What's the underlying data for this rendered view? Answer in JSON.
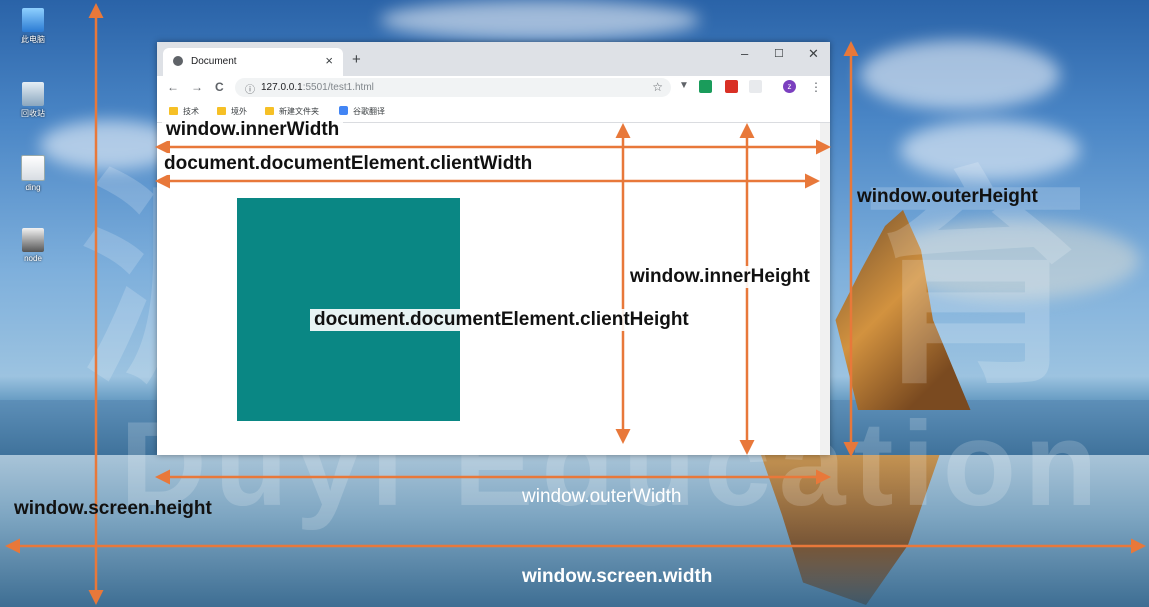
{
  "desktop": {
    "icons": [
      {
        "label": "此电脑",
        "icon": "computer-icon"
      },
      {
        "label": "回收站",
        "icon": "recycle-bin-icon"
      },
      {
        "label": "ding",
        "icon": "file-icon"
      },
      {
        "label": "node",
        "icon": "app-icon"
      }
    ],
    "watermark_cn": "渡一教育",
    "watermark_en": "Duyi Education"
  },
  "browser": {
    "tab_title": "Document",
    "tab_close": "×",
    "new_tab": "+",
    "window_controls": {
      "minimize": "–",
      "maximize": "☐",
      "close": "✕"
    },
    "nav": {
      "back": "←",
      "forward": "→",
      "reload": "C"
    },
    "url_host": "127.0.0.1",
    "url_rest": ":5501/test1.html",
    "bookmarks": [
      {
        "label": "技术",
        "icon": "folder-icon"
      },
      {
        "label": "境外",
        "icon": "folder-icon"
      },
      {
        "label": "新建文件夹",
        "icon": "folder-icon"
      },
      {
        "label": "谷歌翻译",
        "icon": "translate-icon"
      }
    ],
    "extensions": [
      {
        "icon": "filter-extension-icon",
        "color": "#5f6368"
      },
      {
        "icon": "beta-extension-icon",
        "color": "#1a9c5b"
      },
      {
        "icon": "pdf-extension-icon",
        "color": "#d93025"
      },
      {
        "icon": "blank-extension-icon",
        "color": "#e8eaed"
      }
    ],
    "avatar_letter": "z",
    "box_color": "#0a8784"
  },
  "annotations": {
    "inner_width": "window.innerWidth",
    "client_width": "document.documentElement.clientWidth",
    "outer_height": "window.outerHeight",
    "inner_height": "window.innerHeight",
    "client_height": "document.documentElement.clientHeight",
    "outer_width": "window.outerWidth",
    "screen_height": "window.screen.height",
    "screen_width": "window.screen.width",
    "arrow_color": "#e8783a"
  }
}
